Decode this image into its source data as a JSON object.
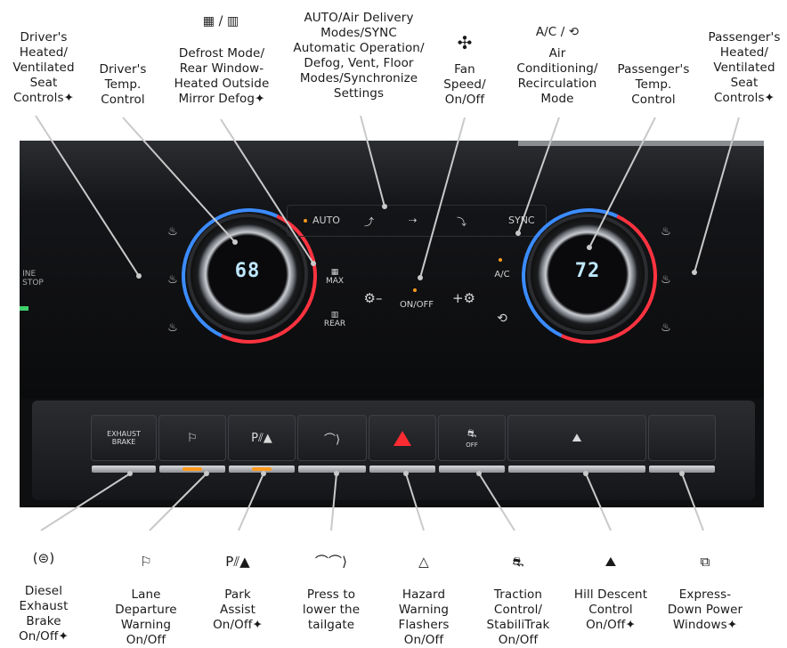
{
  "labels": {
    "driver_seat": "Driver's\nHeated/\nVentilated\nSeat\nControls✦",
    "driver_temp": "Driver's\nTemp.\nControl",
    "defrost_icons": "▦ / ▥",
    "defrost": "Defrost Mode/\nRear Window-\nHeated Outside\nMirror Defog✦",
    "auto": "AUTO/Air Delivery\nModes/SYNC\nAutomatic Operation/\nDefog, Vent, Floor\nModes/Synchronize\nSettings",
    "fan_icon": "✣",
    "fan": "Fan\nSpeed/\nOn/Off",
    "ac_icon_line": "A/C / ⟲",
    "ac": "Air\nConditioning/\nRecirculation\nMode",
    "pass_temp": "Passenger's\nTemp.\nControl",
    "pass_seat": "Passenger's\nHeated/\nVentilated\nSeat\nControls✦",
    "diesel_icon": "(⊜)",
    "diesel": "Diesel\nExhaust\nBrake\nOn/Off✦",
    "lane_icon": "⚐",
    "lane": "Lane\nDeparture\nWarning\nOn/Off",
    "park_icon": "P⫽▲",
    "park": "Park\nAssist\nOn/Off✦",
    "tailgate_icon": "⌒⌒⟩",
    "tailgate": "Press to\nlower the\ntailgate",
    "hazard_icon": "△",
    "hazard": "Hazard\nWarning\nFlashers\nOn/Off",
    "traction_icon": "⛐",
    "traction": "Traction\nControl/\nStabiliTrak\nOn/Off",
    "hill_icon": "⛰",
    "hill": "Hill Descent\nControl\nOn/Off✦",
    "windows_icon": "⧉",
    "windows": "Express-\nDown Power\nWindows✦"
  },
  "panel": {
    "driver_temp_display": "68",
    "pass_temp_display": "72",
    "auto_label": "AUTO",
    "sync_label": "SYNC",
    "ac_label": "A/C",
    "onoff_label": "ON/OFF",
    "fan_down": "⚙–",
    "fan_up": "+⚙",
    "max_label": "MAX",
    "rear_label": "REAR",
    "exhaust_brake_label": "EXHAUST\nBRAKE",
    "start_stop_label": "INE\nSTOP",
    "off_label": "OFF"
  },
  "colors": {
    "cold_ring": "#3b8cff",
    "hot_ring": "#ff3340",
    "indicator": "#ff9a1f",
    "hazard": "#ff2b33"
  }
}
